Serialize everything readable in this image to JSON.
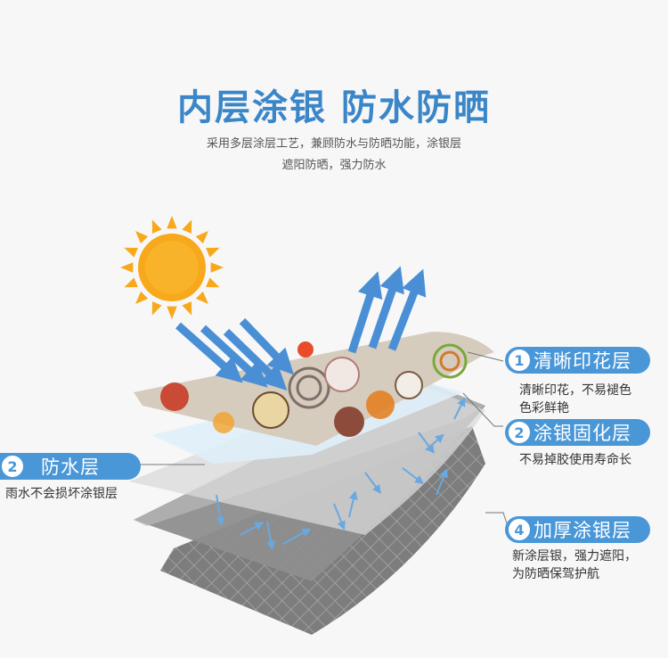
{
  "title": "内层涂银 防水防晒",
  "subtitle": {
    "line1": "采用多层涂层工艺，兼顾防水与防晒功能，涂银层",
    "line2": "遮阳防晒，强力防水"
  },
  "layers": [
    {
      "num": "1",
      "label": "清晰印花层",
      "desc": [
        "清晰印花，不易褪色",
        "色彩鲜艳"
      ]
    },
    {
      "num": "2",
      "label": "涂银固化层",
      "desc": [
        "不易掉胶使用寿命长"
      ]
    },
    {
      "num": "4",
      "label": "加厚涂银层",
      "desc": [
        "新涂层银，强力遮阳，",
        "为防晒保驾护航"
      ]
    }
  ],
  "left_layer": {
    "num": "2",
    "label": "防水层",
    "desc": [
      "雨水不会损坏涂银层"
    ]
  },
  "colors": {
    "accent": "#4a97d8",
    "title": "#3a86c8",
    "sun": "#f7a81b",
    "arrow": "#4a8fd6",
    "print_layer": "#d6ccbd",
    "silver_layer": "#8e8e8e",
    "bottom_layer": "#7a7a7a"
  },
  "icons": [
    "sun-icon",
    "arrow-down-icon",
    "arrow-up-icon"
  ]
}
